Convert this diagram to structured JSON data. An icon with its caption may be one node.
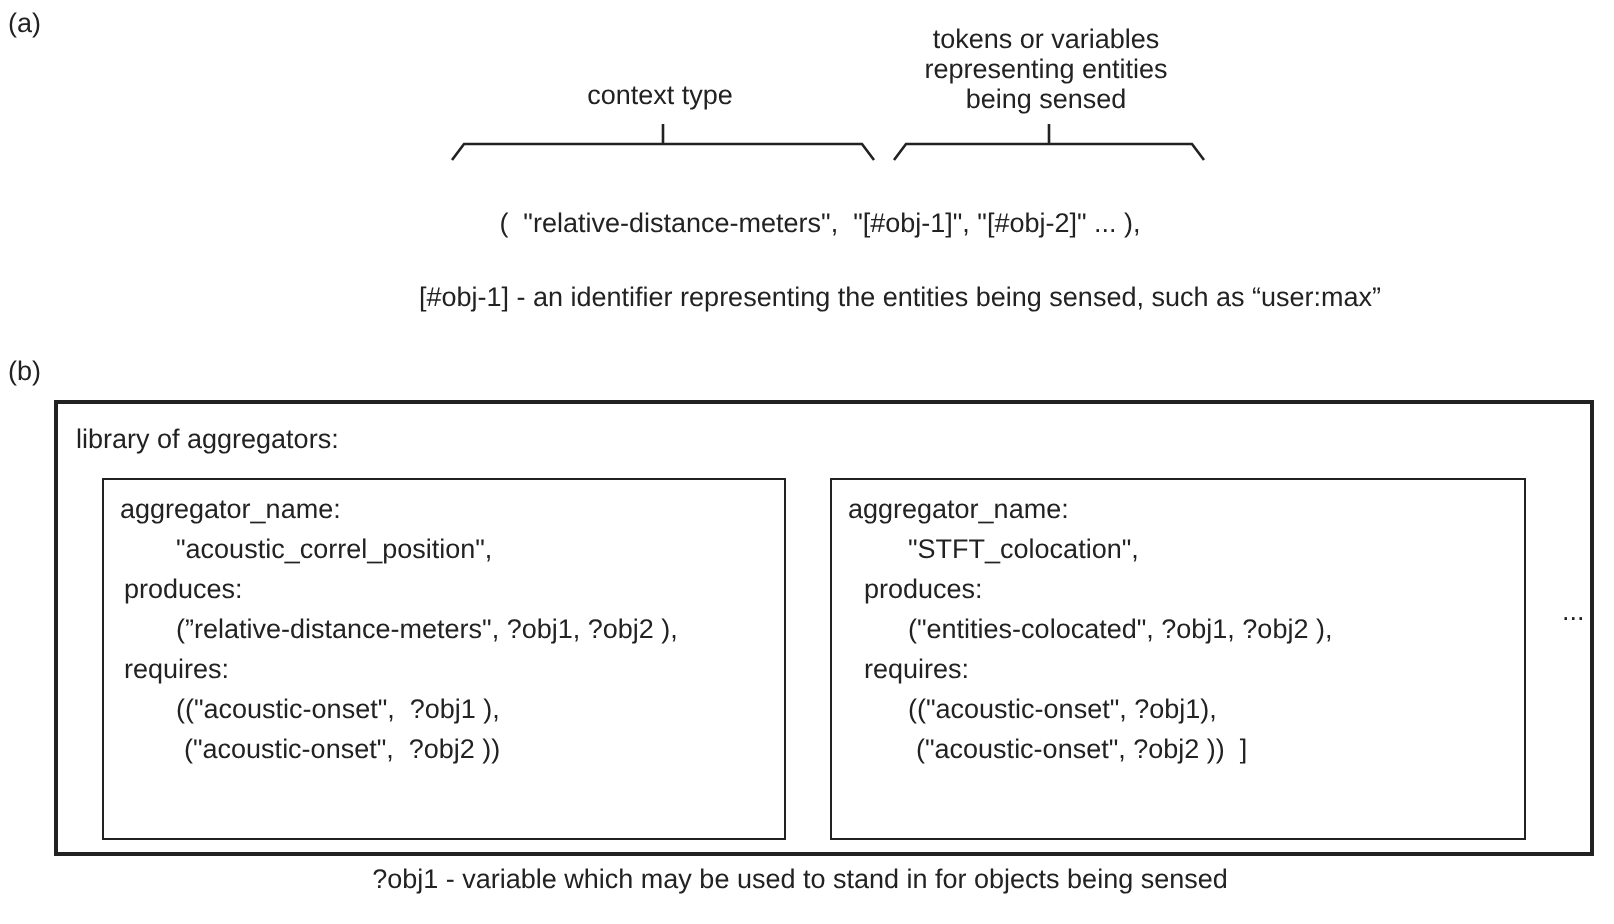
{
  "diagram": {
    "nodes": [
      {
        "text": [
          "library of aggregators:"
        ]
      },
      {
        "text": [
          "aggregator_name:",
          "\"acoustic_correl_position\",",
          "produces:",
          "(”relative-distance-meters\", ?obj1, ?obj2 ),",
          "requires:",
          "((\"acoustic-onset\",  ?obj1 ),",
          "(\"acoustic-onset\",  ?obj2 ))"
        ],
        "in": 0
      },
      {
        "text": [
          "aggregator_name:",
          "\"STFT_colocation\",",
          "produces:",
          "(\"entities-colocated\", ?obj1, ?obj2 ),",
          "requires:",
          "((\"acoustic-onset\", ?obj1),",
          "(\"acoustic-onset\", ?obj2 ))  ]"
        ],
        "in": 0
      }
    ],
    "edges": [],
    "labels": [
      "(a)",
      "tokens or variables representing entities being sensed",
      "context type",
      "(  \"relative-distance-meters\",  \"[#obj-1]\", \"[#obj-2]\" ... ),",
      "[#obj-1] - an identifier representing the entities being sensed, such as “user:max”",
      "(b)",
      "...",
      "?obj1 - variable which may be used to stand in for objects being sensed"
    ]
  }
}
